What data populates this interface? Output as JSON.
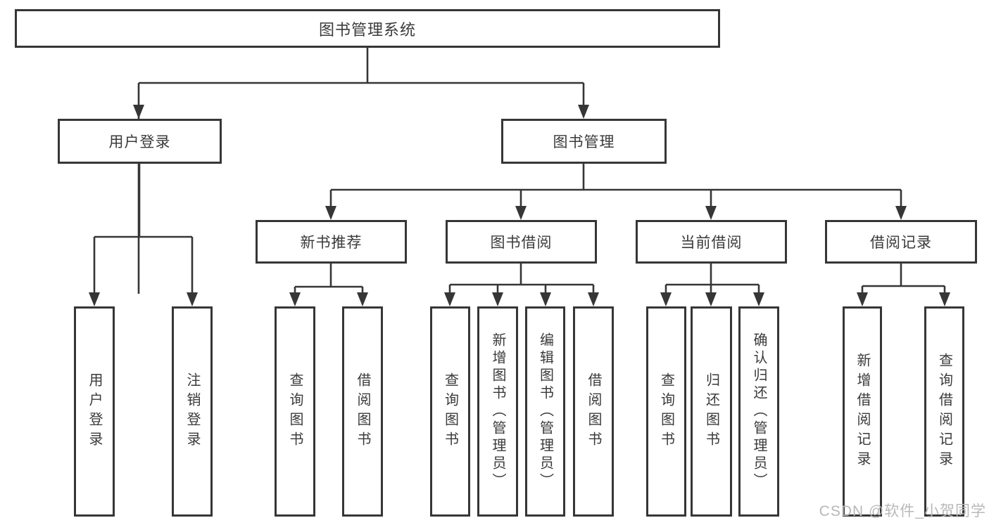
{
  "colors": {
    "line": "#363636",
    "text": "#3a3a3a",
    "background": "#ffffff",
    "watermark_text_color": "#b8b8b8"
  },
  "watermark": "CSDN @软件_小贺同学",
  "tree": {
    "root": "图书管理系统",
    "branches": [
      {
        "label": "用户登录",
        "children": [
          "用户登录",
          "注销登录"
        ]
      },
      {
        "label": "图书管理",
        "groups": [
          {
            "label": "新书推荐",
            "children": [
              "查询图书",
              "借阅图书"
            ]
          },
          {
            "label": "图书借阅",
            "children": [
              "查询图书",
              "新增图书（管理员）",
              "编辑图书（管理员）",
              "借阅图书"
            ]
          },
          {
            "label": "当前借阅",
            "children": [
              "查询图书",
              "归还图书",
              "确认归还（管理员）"
            ]
          },
          {
            "label": "借阅记录",
            "children": [
              "新增借阅记录",
              "查询借阅记录"
            ]
          }
        ]
      }
    ]
  }
}
